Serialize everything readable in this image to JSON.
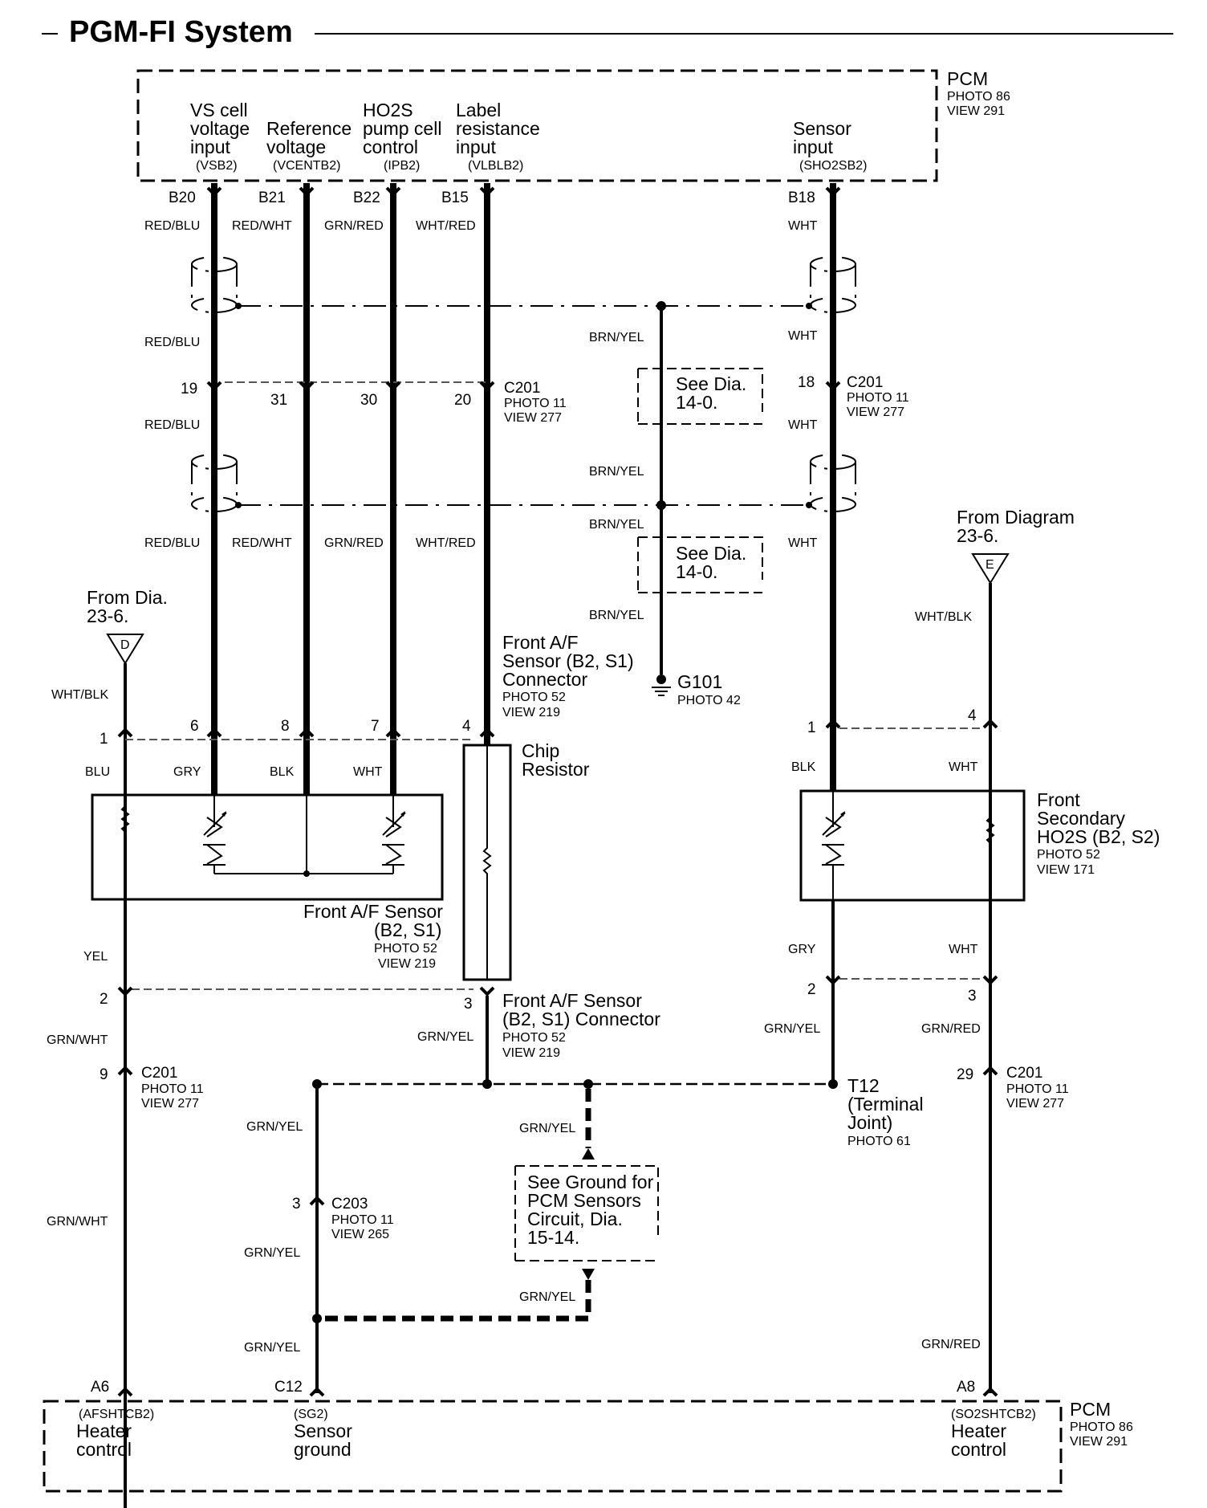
{
  "title": "PGM-FI System",
  "pcm_top": {
    "name": "PCM",
    "photo": "PHOTO 86",
    "view": "VIEW 291",
    "inputs": [
      {
        "l1": "VS cell",
        "l2": "voltage",
        "l3": "input",
        "code": "(VSB2)",
        "pin": "B20"
      },
      {
        "l1": "",
        "l2": "Reference",
        "l3": "voltage",
        "code": "(VCENTB2)",
        "pin": "B21"
      },
      {
        "l1": "HO2S",
        "l2": "pump cell",
        "l3": "control",
        "code": "(IPB2)",
        "pin": "B22"
      },
      {
        "l1": "Label",
        "l2": "resistance",
        "l3": "input",
        "code": "(VLBLB2)",
        "pin": "B15"
      },
      {
        "l1": "",
        "l2": "Sensor",
        "l3": "input",
        "code": "(SHO2SB2)",
        "pin": "B18"
      }
    ]
  },
  "pcm_bottom": {
    "name": "PCM",
    "photo": "PHOTO 86",
    "view": "VIEW 291",
    "outputs": [
      {
        "pin": "A6",
        "code": "(AFSHTCB2)",
        "l1": "Heater",
        "l2": "control"
      },
      {
        "pin": "C12",
        "code": "(SG2)",
        "l1": "Sensor",
        "l2": "ground"
      },
      {
        "pin": "A8",
        "code": "(SO2SHTCB2)",
        "l1": "Heater",
        "l2": "control"
      }
    ]
  },
  "wire_colors": {
    "red_blu": "RED/BLU",
    "red_wht": "RED/WHT",
    "grn_red": "GRN/RED",
    "wht_red": "WHT/RED",
    "wht": "WHT",
    "brn_yel": "BRN/YEL",
    "wht_blk": "WHT/BLK",
    "blu": "BLU",
    "gry": "GRY",
    "blk": "BLK",
    "yel": "YEL",
    "grn_wht": "GRN/WHT",
    "grn_yel": "GRN/YEL"
  },
  "c201_top": {
    "name": "C201",
    "photo": "PHOTO 11",
    "view": "VIEW 277",
    "pins": [
      "19",
      "31",
      "30",
      "20",
      "18"
    ]
  },
  "see_dia": {
    "l1": "See Dia.",
    "l2": "14-0."
  },
  "g101": {
    "name": "G101",
    "photo": "PHOTO 42"
  },
  "from_dia_left": {
    "l1": "From Dia.",
    "l2": "23-6.",
    "letter": "D"
  },
  "from_dia_right": {
    "l1": "From Diagram",
    "l2": "23-6.",
    "letter": "E"
  },
  "af_connector_top": {
    "l1": "Front A/F",
    "l2": "Sensor (B2, S1)",
    "l3": "Connector",
    "photo": "PHOTO 52",
    "view": "VIEW 219",
    "pins": [
      "1",
      "6",
      "8",
      "7",
      "4"
    ]
  },
  "chip_resistor": {
    "l1": "Chip",
    "l2": "Resistor"
  },
  "af_sensor": {
    "l1": "Front A/F Sensor",
    "l2": "(B2, S1)",
    "photo": "PHOTO 52",
    "view": "VIEW 219"
  },
  "af_connector_bottom": {
    "l1": "Front A/F Sensor",
    "l2": "(B2, S1) Connector",
    "photo": "PHOTO 52",
    "view": "VIEW 219",
    "pins": [
      "2",
      "3"
    ]
  },
  "sec_ho2s": {
    "l1": "Front",
    "l2": "Secondary",
    "l3": "HO2S (B2, S2)",
    "photo": "PHOTO 52",
    "view": "VIEW 171",
    "pins_top": [
      "1",
      "4"
    ],
    "pins_bottom": [
      "2",
      "3"
    ]
  },
  "c201_bottom_left": {
    "pin": "9",
    "name": "C201",
    "photo": "PHOTO 11",
    "view": "VIEW 277"
  },
  "c201_bottom_right": {
    "pin": "29",
    "name": "C201",
    "photo": "PHOTO 11",
    "view": "VIEW 277"
  },
  "c203": {
    "pin": "3",
    "name": "C203",
    "photo": "PHOTO 11",
    "view": "VIEW 265"
  },
  "t12": {
    "l1": "T12",
    "l2": "(Terminal",
    "l3": "Joint)",
    "photo": "PHOTO 61"
  },
  "see_ground": {
    "l1": "See Ground for",
    "l2": "PCM Sensors",
    "l3": "Circuit, Dia.",
    "l4": "15-14."
  }
}
